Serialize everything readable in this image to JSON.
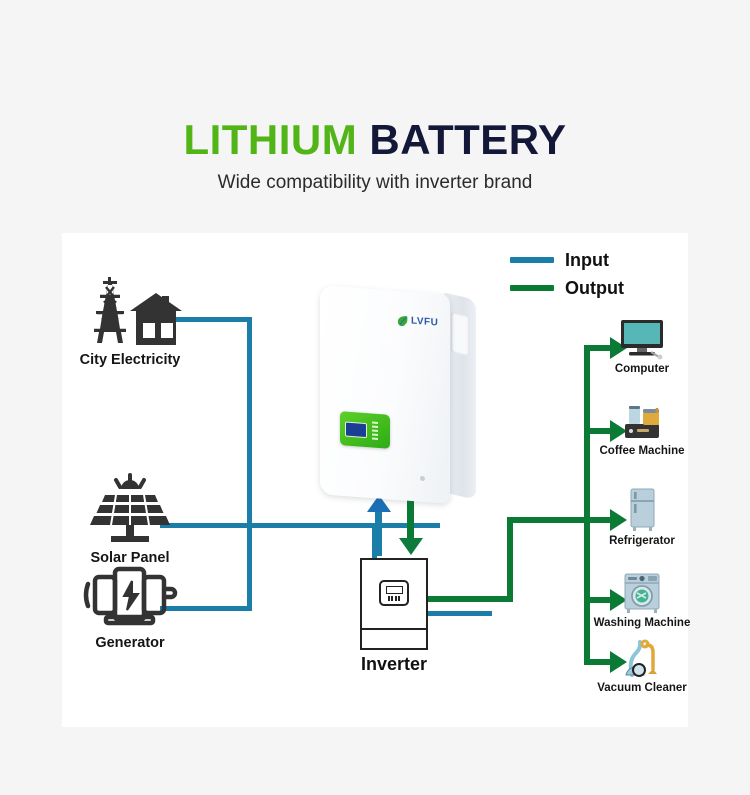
{
  "header": {
    "title_green": "LITHIUM",
    "title_dark": " BATTERY",
    "subtitle": "Wide compatibility with inverter brand"
  },
  "colors": {
    "input_line": "#1b7ea8",
    "output_line": "#0a7a35",
    "title_green": "#52b517",
    "title_dark": "#131838",
    "background": "#f5f5f5",
    "card": "#ffffff",
    "battery_panel_green": "#3fbb1d",
    "battery_lcd_blue": "#1b3f94"
  },
  "legend": {
    "items": [
      {
        "label": "Input",
        "color": "#1b7ea8",
        "icon": "line-swatch"
      },
      {
        "label": "Output",
        "color": "#0a7a35",
        "icon": "line-swatch"
      }
    ]
  },
  "sources": [
    {
      "id": "city-electricity",
      "label": "City Electricity",
      "icon": "pylon-house-icon"
    },
    {
      "id": "solar-panel",
      "label": "Solar Panel",
      "icon": "solar-panel-icon"
    },
    {
      "id": "generator",
      "label": "Generator",
      "icon": "generator-icon"
    }
  ],
  "battery": {
    "brand": "LVFU",
    "icon": "wall-mounted-battery"
  },
  "inverter": {
    "label": "Inverter",
    "icon": "inverter-icon"
  },
  "loads": [
    {
      "id": "computer",
      "label": "Computer",
      "icon": "monitor-icon"
    },
    {
      "id": "coffee-machine",
      "label": "Coffee Machine",
      "icon": "coffee-machine-icon"
    },
    {
      "id": "refrigerator",
      "label": "Refrigerator",
      "icon": "refrigerator-icon"
    },
    {
      "id": "washing-machine",
      "label": "Washing Machine",
      "icon": "washing-machine-icon"
    },
    {
      "id": "vacuum-cleaner",
      "label": "Vacuum Cleaner",
      "icon": "vacuum-cleaner-icon"
    }
  ]
}
